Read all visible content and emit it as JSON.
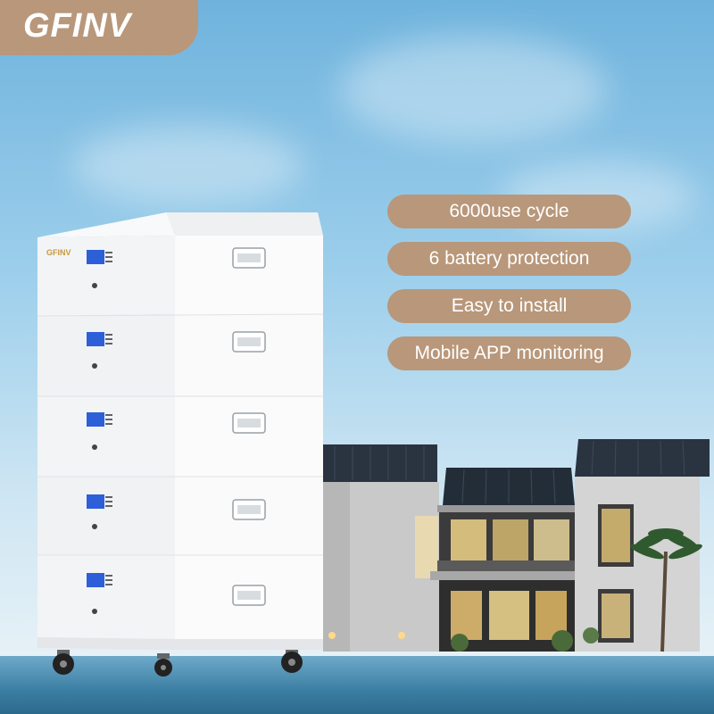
{
  "brand": {
    "logo_text": "GFINV",
    "unit_label": "GFINV"
  },
  "features": [
    {
      "label": "6000use cycle"
    },
    {
      "label": "6 battery protection"
    },
    {
      "label": "Easy to install"
    },
    {
      "label": "Mobile APP monitoring"
    }
  ],
  "colors": {
    "accent": "#b8977a",
    "sky": "#9fd0ec",
    "battery": "#f4f5f6",
    "lcd": "#2d5fd8"
  },
  "battery": {
    "modules": 5
  }
}
